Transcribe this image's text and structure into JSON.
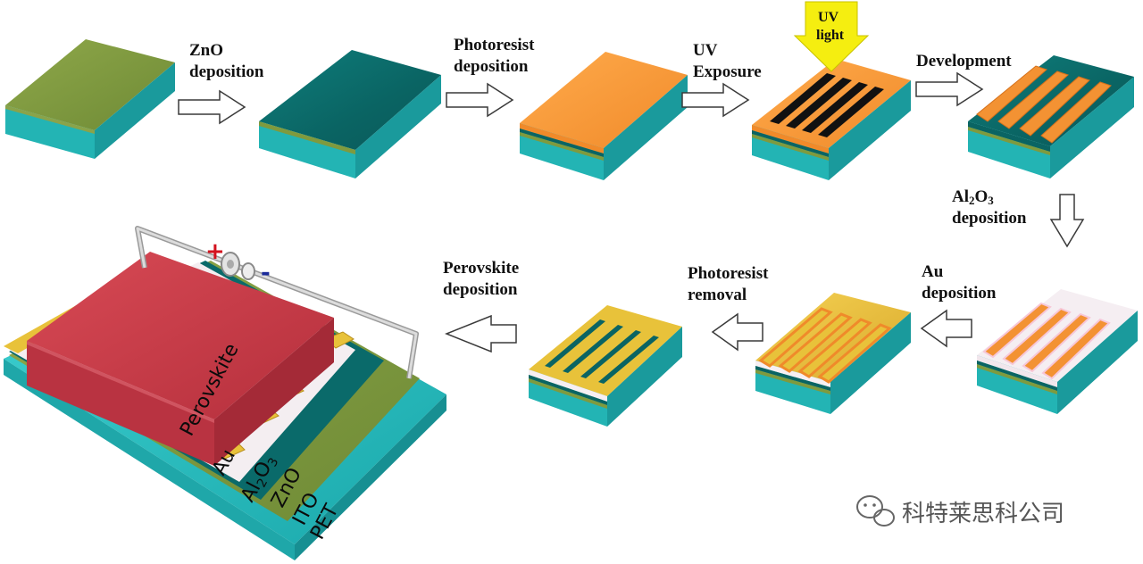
{
  "steps": {
    "zno": [
      "ZnO",
      "deposition"
    ],
    "photoresist_dep": [
      "Photoresist",
      "deposition"
    ],
    "uv_exposure": [
      "UV",
      "Exposure"
    ],
    "uv_light": [
      "UV",
      "light"
    ],
    "development": "Development",
    "al2o3_main": "Al",
    "al2o3_sub2": "2",
    "al2o3_o": "O",
    "al2o3_sub3": "3",
    "al2o3_dep": "deposition",
    "au": [
      "Au",
      "deposition"
    ],
    "photoresist_rem": [
      "Photoresist",
      "removal"
    ],
    "perovskite_dep": [
      "Perovskite",
      "deposition"
    ]
  },
  "device": {
    "perovskite": "Perovskite",
    "au": "Au",
    "al": "Al",
    "al_sub": "2",
    "o": "O",
    "o_sub": "3",
    "zno": "ZnO",
    "ito": "ITO",
    "pet": "PET",
    "plus": "+",
    "minus": "-"
  },
  "watermark": "科特莱思科公司",
  "colors": {
    "pet": "#20b8b8",
    "ito": "#7f9a3e",
    "zno": "#0d6c6c",
    "photoresist": "#f79a3a",
    "au": "#e8c23a",
    "al2o3": "#f5eef2",
    "perovskite": "#c83b47",
    "uv_arrow": "#f5ee10"
  }
}
